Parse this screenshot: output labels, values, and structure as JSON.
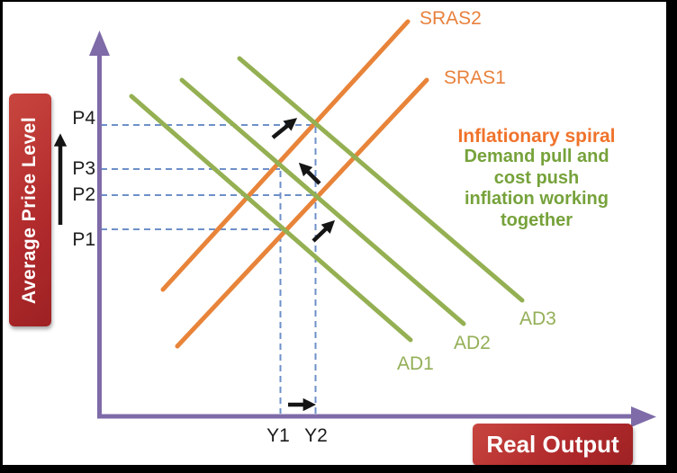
{
  "axes": {
    "y_axis_label": "Average Price Level",
    "x_axis_label": "Real Output",
    "axis_color": "#7E6BA8",
    "axis_label_bg": "#B22B2D",
    "axis_label_text_color": "#FFFFFF"
  },
  "price_ticks": {
    "p4": "P4",
    "p3": "P3",
    "p2": "P2",
    "p1": "P1"
  },
  "output_ticks": {
    "y1": "Y1",
    "y2": "Y2"
  },
  "curves": {
    "sras2": {
      "label": "SRAS2",
      "type": "short-run-aggregate-supply",
      "color": "#E8843A"
    },
    "sras1": {
      "label": "SRAS1",
      "type": "short-run-aggregate-supply",
      "color": "#E8843A"
    },
    "ad1": {
      "label": "AD1",
      "type": "aggregate-demand",
      "color": "#94B052"
    },
    "ad2": {
      "label": "AD2",
      "type": "aggregate-demand",
      "color": "#94B052"
    },
    "ad3": {
      "label": "AD3",
      "type": "aggregate-demand",
      "color": "#94B052"
    }
  },
  "annotation": {
    "headline": "Inflationary spiral",
    "headline_color": "#F0732B",
    "line1": "Demand pull and",
    "line2": "cost push",
    "line3": "inflation working",
    "line4": "together",
    "body_color": "#76A23B"
  },
  "guides": {
    "color": "#6E90C8",
    "style": "dashed",
    "equilibria": [
      {
        "output": "Y1",
        "price": "P1"
      },
      {
        "output": "Y2",
        "price": "P2"
      },
      {
        "output": "Y1",
        "price": "P3"
      },
      {
        "output": "Y2",
        "price": "P4"
      }
    ]
  },
  "arrows": {
    "color": "#151515",
    "items": [
      "price-level-rising-up-arrow",
      "shift-to-p4-ne-arrow",
      "shift-to-p3-nw-arrow",
      "shift-to-p2-ne-arrow",
      "output-y1-to-y2-right-arrow"
    ]
  }
}
